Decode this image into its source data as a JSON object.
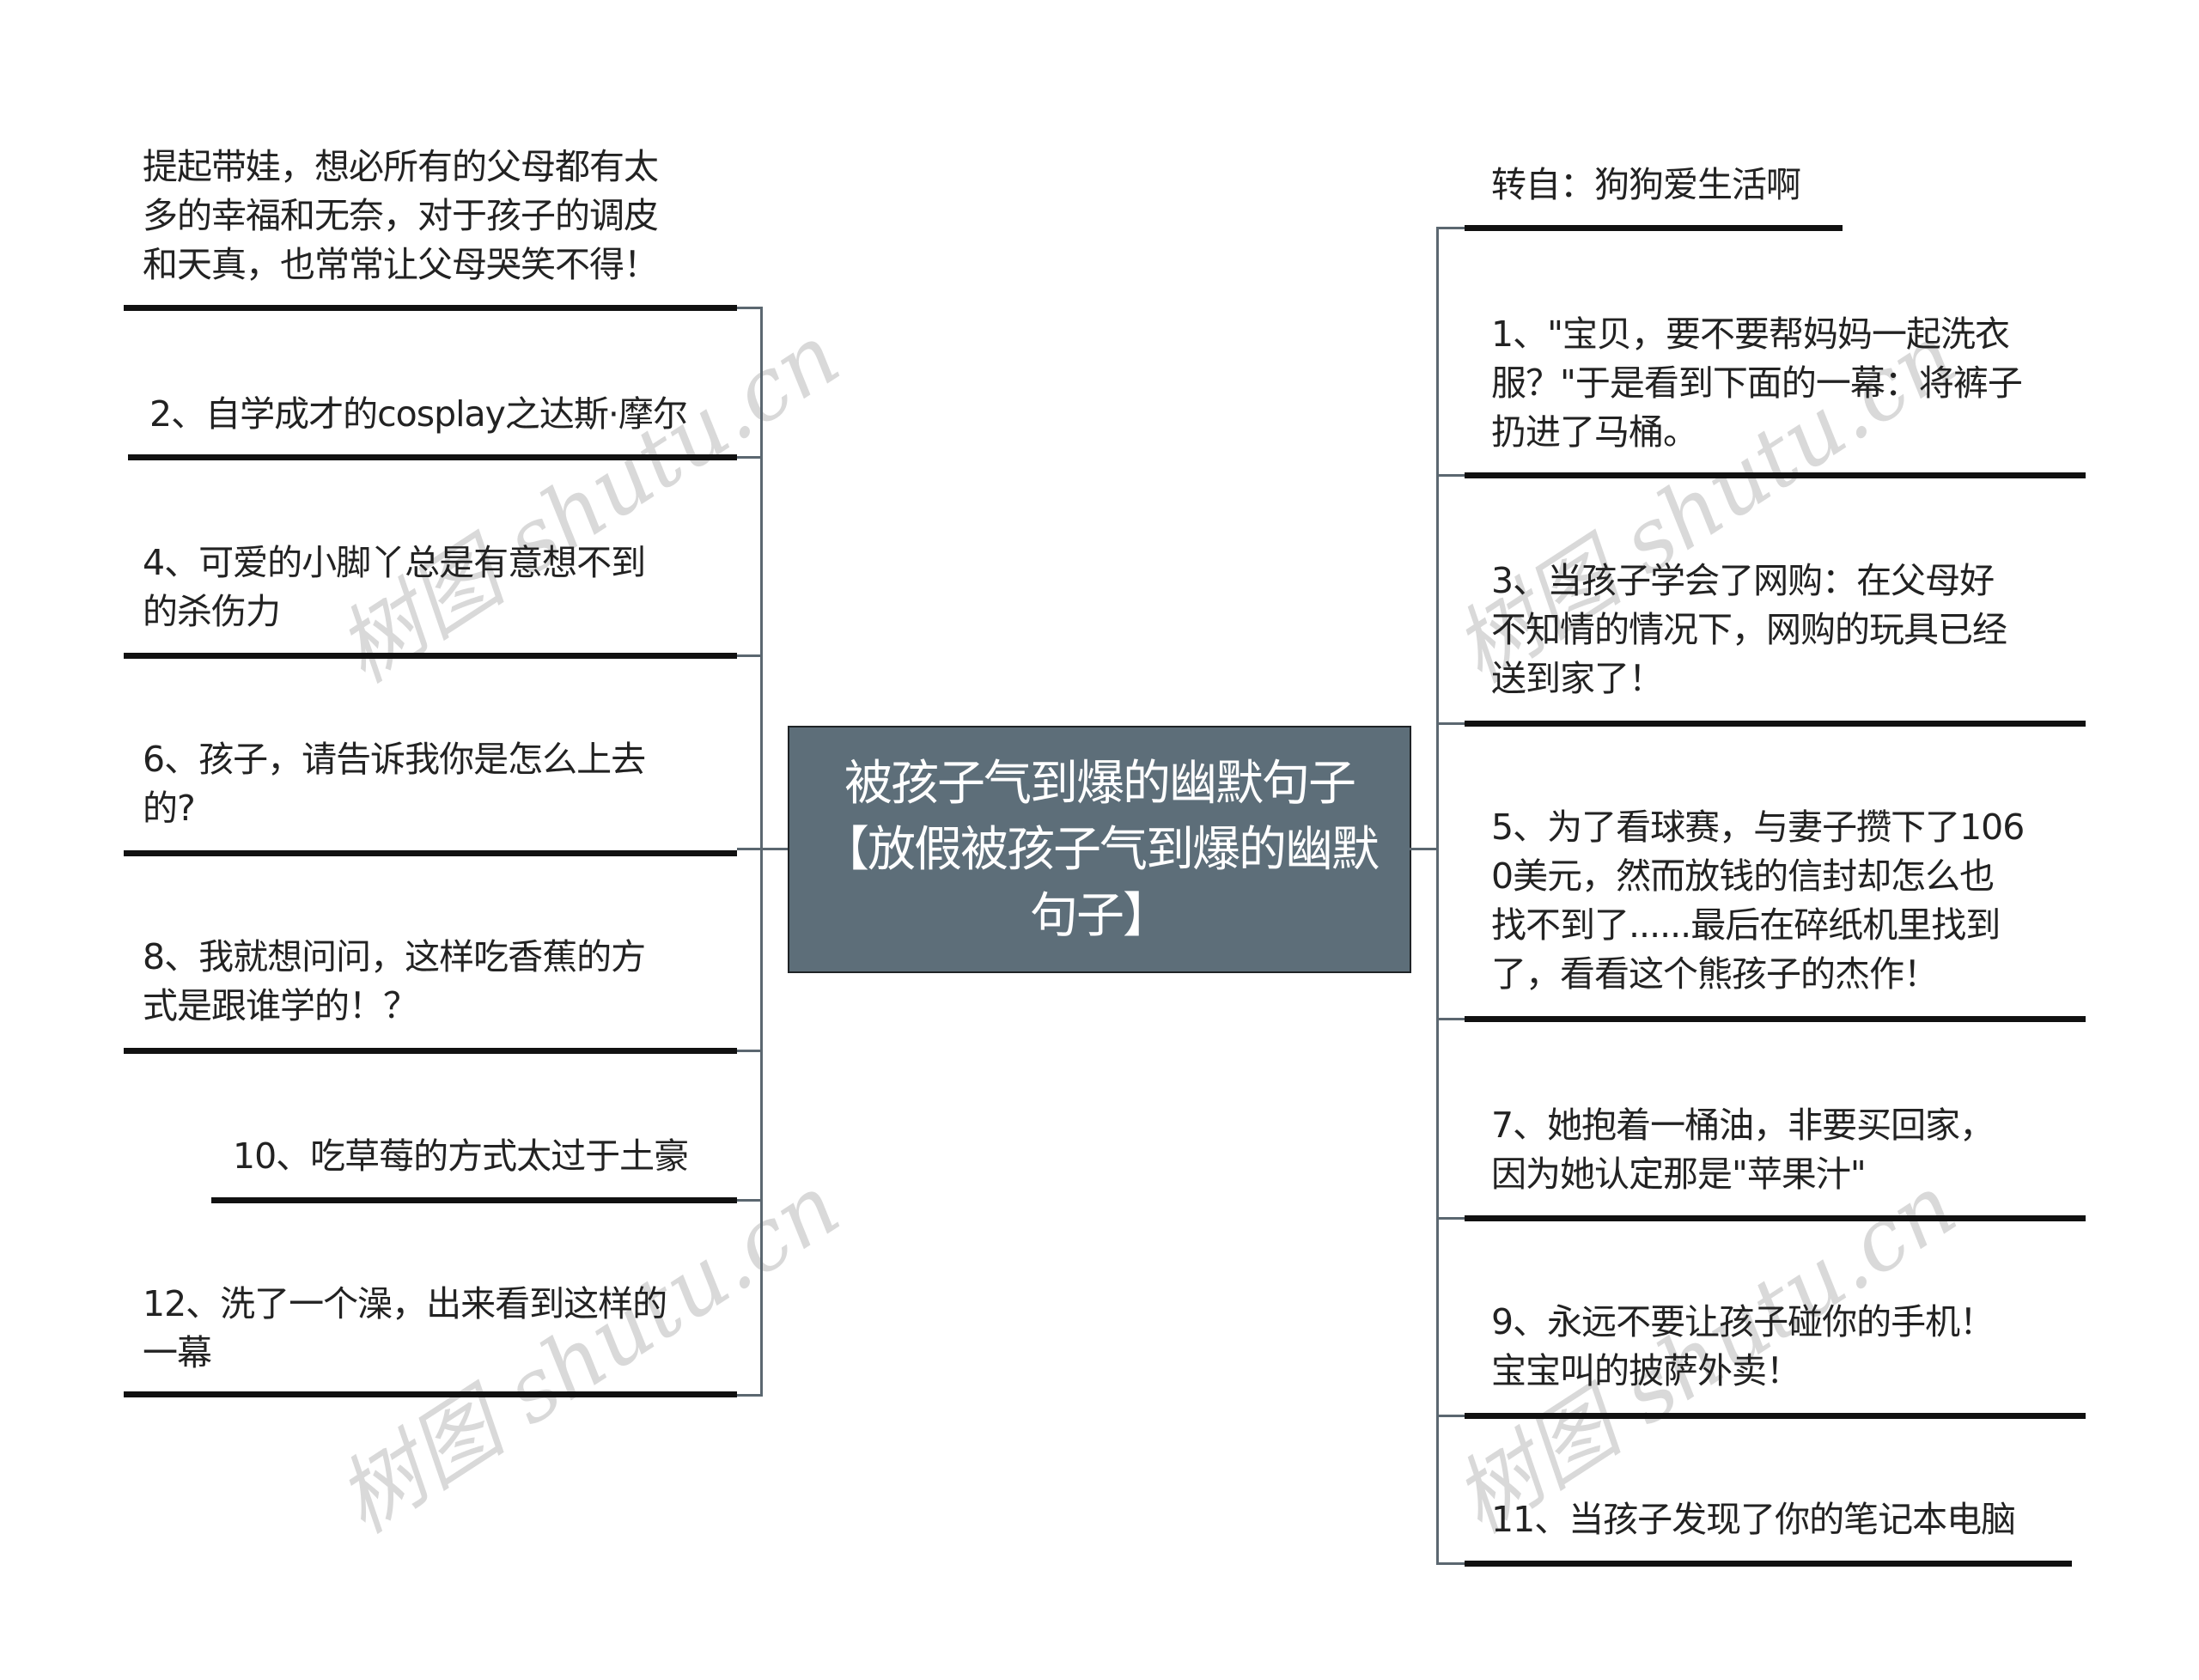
{
  "center": {
    "title": "被孩子气到爆的幽默句子【放假被孩子气到爆的幽默句子】"
  },
  "left_branches": [
    {
      "text": "提起带娃，想必所有的父母都有太\n多的幸福和无奈，对于孩子的调皮\n和天真，也常常让父母哭笑不得！"
    },
    {
      "text": "2、自学成才的cosplay之达斯·摩尔"
    },
    {
      "text": "4、可爱的小脚丫总是有意想不到\n的杀伤力"
    },
    {
      "text": "6、孩子，请告诉我你是怎么上去\n的?"
    },
    {
      "text": "8、我就想问问，这样吃香蕉的方\n式是跟谁学的！？"
    },
    {
      "text": "10、吃草莓的方式太过于土豪"
    },
    {
      "text": "12、洗了一个澡，出来看到这样的\n一幕"
    }
  ],
  "right_branches": [
    {
      "text": "转自：狗狗爱生活啊"
    },
    {
      "text": "1、\"宝贝，要不要帮妈妈一起洗衣\n服？\"于是看到下面的一幕：将裤子\n扔进了马桶。"
    },
    {
      "text": "3、当孩子学会了网购：在父母好\n不知情的情况下，网购的玩具已经\n送到家了！"
    },
    {
      "text": "5、为了看球赛，与妻子攒下了106\n0美元，然而放钱的信封却怎么也\n找不到了......最后在碎纸机里找到\n了，看看这个熊孩子的杰作！"
    },
    {
      "text": "7、她抱着一桶油，非要买回家，\n因为她认定那是\"苹果汁\""
    },
    {
      "text": "9、永远不要让孩子碰你的手机！\n宝宝叫的披萨外卖！"
    },
    {
      "text": "11、当孩子发现了你的笔记本电脑"
    }
  ],
  "watermark": {
    "text": "树图 shutu.cn"
  },
  "colors": {
    "center_fill": "#5d6e79",
    "center_text": "#ffffff",
    "connector": "#5b6770",
    "underline": "#111111",
    "text": "#222222"
  }
}
